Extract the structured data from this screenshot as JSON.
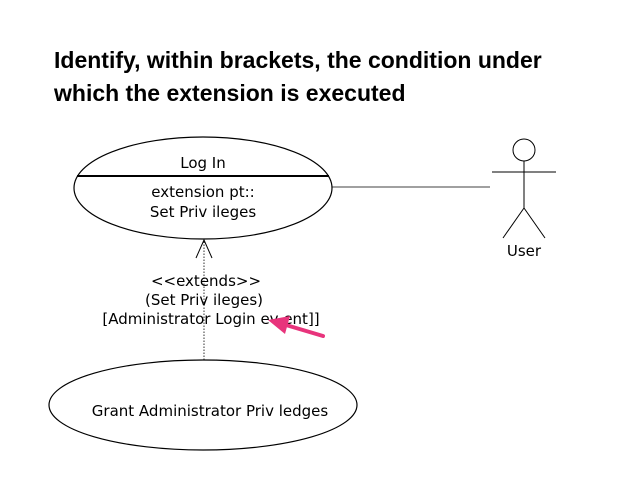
{
  "slide": {
    "title_line1": "Identify, within brackets, the condition under",
    "title_line2": "which the extension is executed"
  },
  "diagram": {
    "base_use_case": {
      "name": "Log In",
      "extension_point_label": "extension pt::",
      "extension_point_name": "Set Priv ileges"
    },
    "actor": {
      "name": "User"
    },
    "extend_relation": {
      "stereotype": "<<extends>>",
      "extension_point_ref": "(Set Priv ileges)",
      "condition": "[Administrator Login ev ent]]"
    },
    "extending_use_case": {
      "name": "Grant Administrator Priv ledges"
    },
    "colors": {
      "line": "#000000",
      "annotation_arrow": "#e8347c"
    },
    "icons": {
      "annotation_arrow": "pink-pointer-arrow-icon",
      "actor": "stick-figure-icon"
    }
  }
}
